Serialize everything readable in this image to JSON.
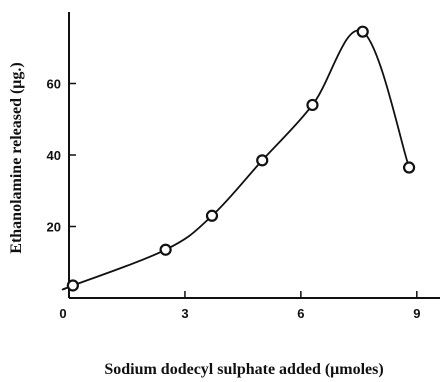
{
  "chart_data": {
    "type": "scatter",
    "title": "",
    "xlabel": "Sodium dodecyl sulphate added (μmoles)",
    "ylabel": "Ethanolamine released (μg.)",
    "xlim": [
      0,
      9.6
    ],
    "ylim": [
      0,
      80
    ],
    "grid": false,
    "x_ticks": [
      0,
      3,
      6,
      9
    ],
    "x_tick_labels": [
      "0",
      "3",
      "6",
      "9"
    ],
    "y_ticks": [
      20,
      40,
      60
    ],
    "y_tick_labels": [
      "20",
      "40",
      "60"
    ],
    "series": [
      {
        "x": [
          0.1,
          2.5,
          3.7,
          5.0,
          6.3,
          7.6,
          8.8
        ],
        "y": [
          3.5,
          13.5,
          23,
          38.5,
          54,
          74.5,
          36.5
        ],
        "marker": "open-circle",
        "curve": "smooth"
      }
    ]
  }
}
